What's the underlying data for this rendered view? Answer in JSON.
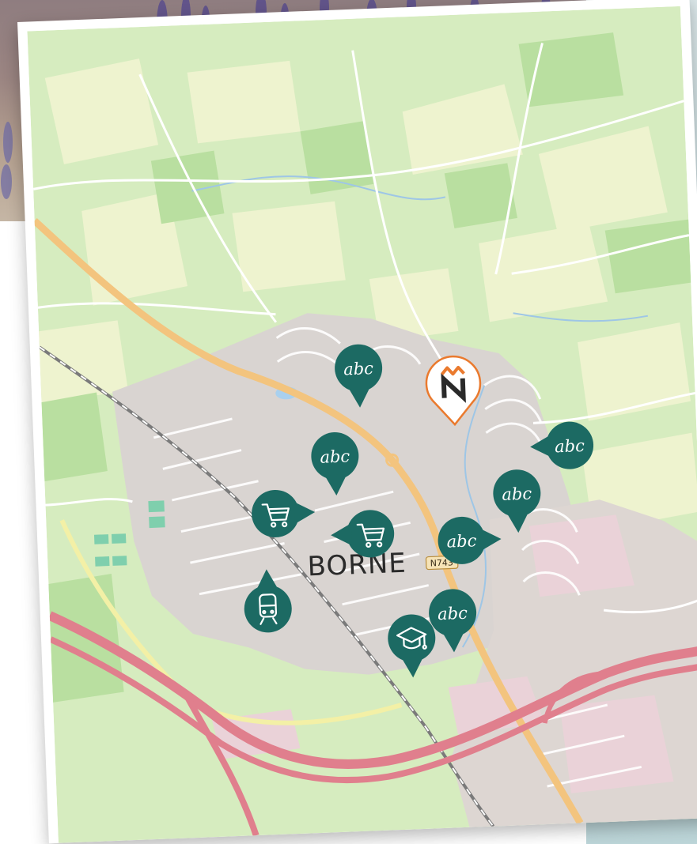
{
  "map": {
    "town_label": "BORNE",
    "road_label": "N743",
    "colors": {
      "pin": "#1c6a63",
      "home_pin_border": "#ea7a2e",
      "meadow": "#cfe9b5",
      "field": "#e8f1c9",
      "urban": "#d7d2cf",
      "motorway": "#e07f8d",
      "primary_road": "#f2c27c"
    },
    "markers": [
      {
        "id": "m1",
        "icon": "text-abc-icon",
        "text": "abc"
      },
      {
        "id": "m2",
        "icon": "text-abc-icon",
        "text": "abc"
      },
      {
        "id": "m3",
        "icon": "text-abc-icon",
        "text": "abc"
      },
      {
        "id": "m4",
        "icon": "text-abc-icon",
        "text": "abc"
      },
      {
        "id": "m5",
        "icon": "text-abc-icon",
        "text": "abc"
      },
      {
        "id": "m6",
        "icon": "text-abc-icon",
        "text": "abc"
      },
      {
        "id": "m7",
        "icon": "shopping-cart-icon",
        "text": ""
      },
      {
        "id": "m8",
        "icon": "shopping-cart-icon",
        "text": ""
      },
      {
        "id": "m9",
        "icon": "train-icon",
        "text": ""
      },
      {
        "id": "m10",
        "icon": "graduation-cap-icon",
        "text": ""
      },
      {
        "id": "home",
        "icon": "project-logo-icon",
        "text": ""
      }
    ]
  }
}
